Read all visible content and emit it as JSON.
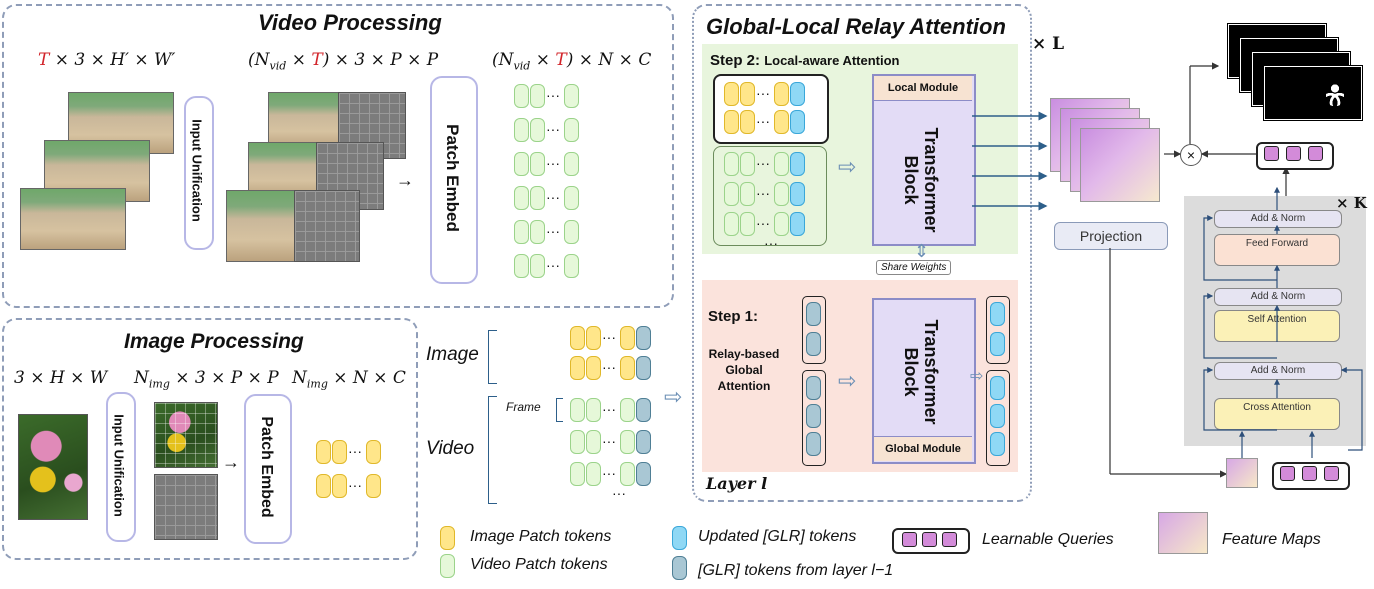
{
  "video_processing": {
    "title": "Video Processing",
    "input_shape": [
      "T",
      " × 3 × H′ × W′"
    ],
    "patch_shape": [
      "(N",
      "vid",
      " × ",
      "T",
      ") × 3 × P × P"
    ],
    "token_shape": [
      "(N",
      "vid",
      " × ",
      "T",
      ") × N × C"
    ],
    "input_unification_label": "Input Unification",
    "patch_embed_label": "Patch Embed"
  },
  "image_processing": {
    "title": "Image Processing",
    "input_shape": "3 × H × W",
    "patch_shape": [
      "N",
      "img",
      " × 3 × P × P"
    ],
    "token_shape": [
      "N",
      "img",
      " × N × C"
    ],
    "input_unification_label": "Input Unification",
    "patch_embed_label": "Patch Embed"
  },
  "inputs": {
    "image_label": "Image",
    "video_label": "Video",
    "frame_label": "Frame"
  },
  "glr": {
    "title": "Global-Local Relay Attention",
    "repeat_label": "× L",
    "step2_label": "Step 2:",
    "step2_name": "Local-aware Attention",
    "local_module": "Local Module",
    "transformer_block": "Transformer Block",
    "share_weights": "Share Weights",
    "step1_label": "Step 1:",
    "step1_name": "Relay-based Global Attention",
    "global_module": "Global Module",
    "layer_label": "Layer l"
  },
  "decoder": {
    "projection": "Projection",
    "repeat_label": "× K",
    "add_norm": "Add & Norm",
    "feed_forward": "Feed Forward",
    "self_attention": "Self Attention",
    "cross_attention": "Cross Attention",
    "multiply_symbol": "×"
  },
  "legend": {
    "image_patch": "Image Patch tokens",
    "video_patch": "Video Patch tokens",
    "updated_glr": "Updated [GLR] tokens",
    "prev_glr": "[GLR] tokens from layer l−1",
    "learnable_queries": "Learnable Queries",
    "feature_maps": "Feature Maps"
  },
  "colors": {
    "red_T": "#d2242a",
    "image_token": "#ffe68a",
    "video_token": "#e6f8d9",
    "updated_glr": "#8fd8f5",
    "prev_glr": "#a9c7d4",
    "step2_bg": "#e8f5dd",
    "step1_bg": "#fbe3dc",
    "transformer": "#e3dcf6",
    "query": "#d38bd9"
  }
}
